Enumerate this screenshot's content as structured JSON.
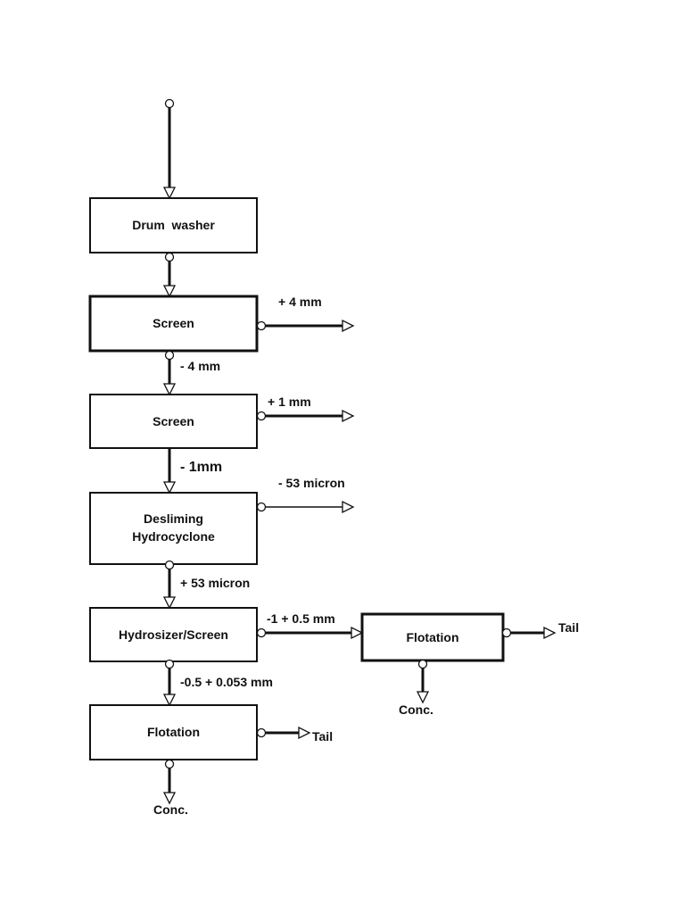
{
  "boxes": {
    "drum_washer": "Drum  washer",
    "screen_1": "Screen",
    "screen_2": "Screen",
    "desliming_line1": "Desliming",
    "desliming_line2": "Hydrocyclone",
    "hydrosizer": "Hydrosizer/Screen",
    "flotation_main": "Flotation",
    "flotation_side": "Flotation"
  },
  "streams": {
    "screen1_oversize": "+ 4 mm",
    "screen1_undersize": "- 4 mm",
    "screen2_oversize": "+ 1 mm",
    "screen2_undersize": "- 1mm",
    "cyclone_overflow": "- 53 micron",
    "cyclone_underflow": "+ 53 micron",
    "hydrosizer_coarse": "-1 + 0.5 mm",
    "hydrosizer_fine": "-0.5 + 0.053 mm",
    "side_flotation_tail": "Tail",
    "side_flotation_conc": "Conc.",
    "main_flotation_tail": "Tail",
    "main_flotation_conc": "Conc."
  },
  "colors": {
    "stroke": "#111111",
    "background": "#ffffff"
  }
}
